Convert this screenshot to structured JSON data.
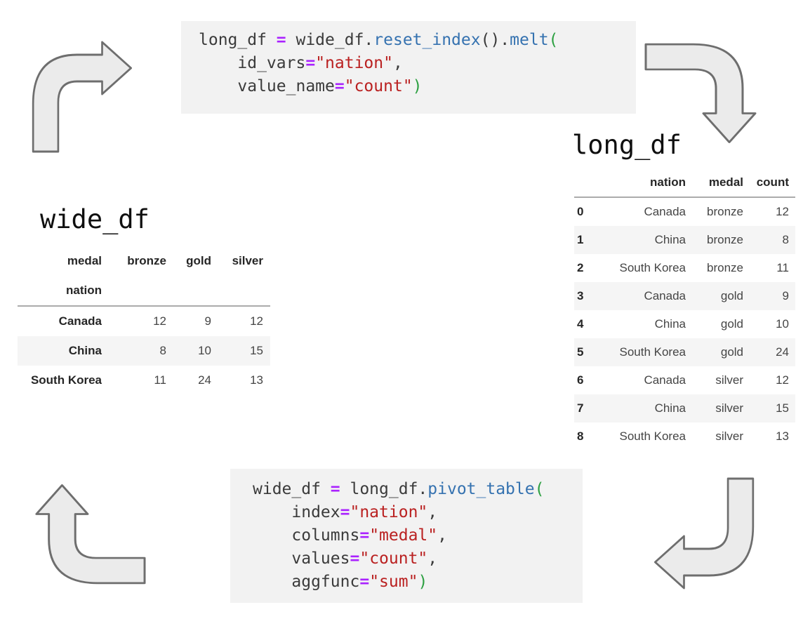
{
  "titles": {
    "wide": "wide_df",
    "long": "long_df"
  },
  "code_melt": {
    "lines": [
      [
        [
          "v",
          "long_df "
        ],
        [
          "o",
          "="
        ],
        [
          "v",
          " wide_df"
        ],
        [
          "d",
          "."
        ],
        [
          "f",
          "reset_index"
        ],
        [
          "d",
          "()."
        ],
        [
          "f",
          "melt"
        ],
        [
          "p",
          "("
        ]
      ],
      [
        [
          "v",
          "    id_vars"
        ],
        [
          "o",
          "="
        ],
        [
          "s",
          "\"nation\""
        ],
        [
          "d",
          ","
        ]
      ],
      [
        [
          "v",
          "    value_name"
        ],
        [
          "o",
          "="
        ],
        [
          "s",
          "\"count\""
        ],
        [
          "p",
          ")"
        ]
      ]
    ]
  },
  "code_pivot": {
    "lines": [
      [
        [
          "v",
          "wide_df "
        ],
        [
          "o",
          "="
        ],
        [
          "v",
          " long_df"
        ],
        [
          "d",
          "."
        ],
        [
          "f",
          "pivot_table"
        ],
        [
          "p",
          "("
        ]
      ],
      [
        [
          "v",
          "    index"
        ],
        [
          "o",
          "="
        ],
        [
          "s",
          "\"nation\""
        ],
        [
          "d",
          ","
        ]
      ],
      [
        [
          "v",
          "    columns"
        ],
        [
          "o",
          "="
        ],
        [
          "s",
          "\"medal\""
        ],
        [
          "d",
          ","
        ]
      ],
      [
        [
          "v",
          "    values"
        ],
        [
          "o",
          "="
        ],
        [
          "s",
          "\"count\""
        ],
        [
          "d",
          ","
        ]
      ],
      [
        [
          "v",
          "    aggfunc"
        ],
        [
          "o",
          "="
        ],
        [
          "s",
          "\"sum\""
        ],
        [
          "p",
          ")"
        ]
      ]
    ]
  },
  "wide_table": {
    "columns_axis_label": "medal",
    "index_axis_label": "nation",
    "columns": [
      "bronze",
      "gold",
      "silver"
    ],
    "rows": [
      {
        "index": "Canada",
        "values": [
          "12",
          "9",
          "12"
        ]
      },
      {
        "index": "China",
        "values": [
          "8",
          "10",
          "15"
        ]
      },
      {
        "index": "South Korea",
        "values": [
          "11",
          "24",
          "13"
        ]
      }
    ]
  },
  "long_table": {
    "columns": [
      "nation",
      "medal",
      "count"
    ],
    "rows": [
      {
        "index": "0",
        "values": [
          "Canada",
          "bronze",
          "12"
        ]
      },
      {
        "index": "1",
        "values": [
          "China",
          "bronze",
          "8"
        ]
      },
      {
        "index": "2",
        "values": [
          "South Korea",
          "bronze",
          "11"
        ]
      },
      {
        "index": "3",
        "values": [
          "Canada",
          "gold",
          "9"
        ]
      },
      {
        "index": "4",
        "values": [
          "China",
          "gold",
          "10"
        ]
      },
      {
        "index": "5",
        "values": [
          "South Korea",
          "gold",
          "24"
        ]
      },
      {
        "index": "6",
        "values": [
          "Canada",
          "silver",
          "12"
        ]
      },
      {
        "index": "7",
        "values": [
          "China",
          "silver",
          "15"
        ]
      },
      {
        "index": "8",
        "values": [
          "South Korea",
          "silver",
          "13"
        ]
      }
    ]
  },
  "arrows": {
    "wide_to_melt": "curved-arrow-up-then-right",
    "melt_to_long": "curved-arrow-right-then-down",
    "long_to_pivot": "curved-arrow-down-then-left",
    "pivot_to_wide": "curved-arrow-left-then-up"
  },
  "colors": {
    "code_bg": "#F2F2F2",
    "code_text": "#3B3B3B",
    "operator": "#AA22FF",
    "function": "#3572B0",
    "string": "#BA2121",
    "paren": "#2DA042",
    "arrow_fill": "#EBEBEB",
    "arrow_stroke": "#6E6E6E",
    "stripe": "#F5F5F5",
    "header_rule": "#ABABAB"
  }
}
